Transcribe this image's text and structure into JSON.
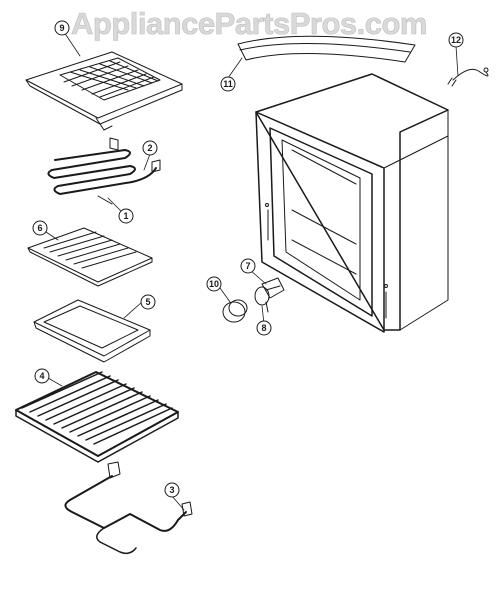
{
  "watermark": "AppliancePartsPros.com",
  "callouts": [
    {
      "id": "c1",
      "label": "1"
    },
    {
      "id": "c2",
      "label": "2"
    },
    {
      "id": "c3",
      "label": "3"
    },
    {
      "id": "c4",
      "label": "4"
    },
    {
      "id": "c5",
      "label": "5"
    },
    {
      "id": "c6",
      "label": "6"
    },
    {
      "id": "c7",
      "label": "7"
    },
    {
      "id": "c8",
      "label": "8"
    },
    {
      "id": "c9",
      "label": "9"
    },
    {
      "id": "c10",
      "label": "10"
    },
    {
      "id": "c11",
      "label": "11"
    },
    {
      "id": "c12",
      "label": "12"
    }
  ],
  "colors": {
    "ink": "#1a1a1a",
    "watermark": "#d9d9d9"
  }
}
